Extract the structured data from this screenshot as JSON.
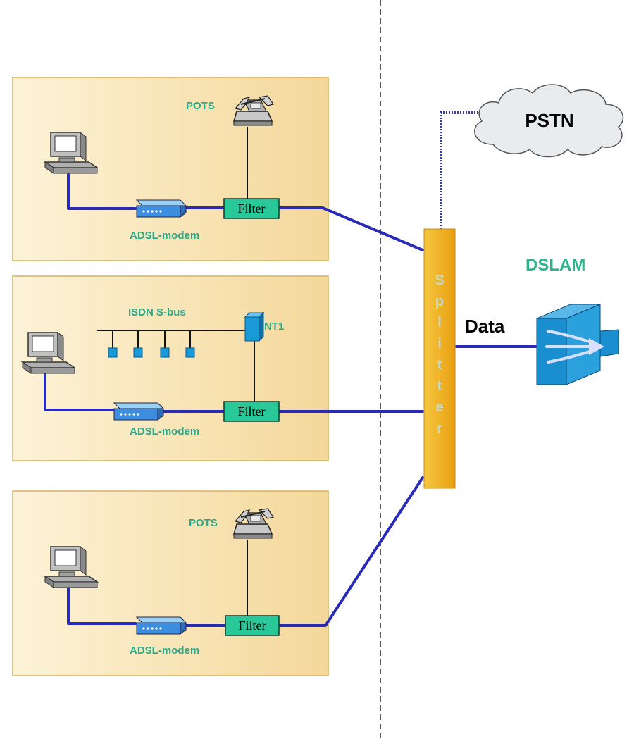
{
  "labels": {
    "pots": "POTS",
    "adsl_modem": "ADSL-modem",
    "filter": "Filter",
    "isdn_sbus": "ISDN S-bus",
    "nt1": "NT1",
    "pstn": "PSTN",
    "dslam": "DSLAM",
    "data": "Data",
    "splitter_letters": [
      "S",
      "p",
      "l",
      "i",
      "t",
      "t",
      "e",
      "r"
    ]
  },
  "colors": {
    "panel_fill": "#fbe6b4",
    "panel_border": "#d8b25c",
    "line_blue": "#2a2ab8",
    "filter_fill": "#28c898",
    "splitter_fill": "#f0b428",
    "dslam_blue": "#1a8fd0",
    "cloud_fill": "#e8ecef",
    "label_green": "#2aa98a"
  },
  "icons": {
    "computer": "computer-icon",
    "phone": "telephone-icon",
    "modem": "adsl-modem-icon",
    "cloud": "cloud-icon",
    "dslam": "dslam-switch-icon"
  }
}
